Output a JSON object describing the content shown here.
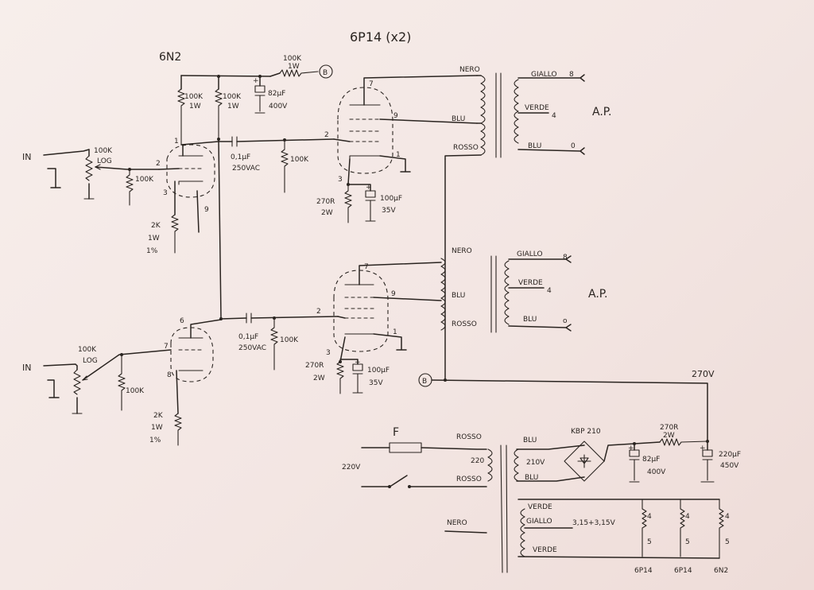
{
  "title": "6P14 (x2)",
  "triode_label": "6N2",
  "inputs": {
    "in_top": "IN",
    "in_bottom": "IN"
  },
  "pots": {
    "top": [
      "100K",
      "LOG"
    ],
    "bottom": [
      "100K",
      "LOG"
    ]
  },
  "resistors": {
    "grid_top": "100K",
    "grid_bottom": "100K",
    "plate_a": [
      "100K",
      "1W"
    ],
    "plate_b": [
      "100K",
      "1W"
    ],
    "supply_drop": [
      "100K",
      "1W"
    ],
    "cath_top": [
      "2K",
      "1W",
      "1%"
    ],
    "cath_bottom": [
      "2K",
      "1W",
      "1%"
    ],
    "grid_pwr_top": "100K",
    "grid_pwr_bottom": "100K",
    "cath_pwr_top": [
      "270R",
      "2W"
    ],
    "cath_pwr_bottom": [
      "270R",
      "2W"
    ],
    "psu_res": [
      "270R",
      "2W"
    ]
  },
  "capacitors": {
    "supply_cap": [
      "82µF",
      "400V"
    ],
    "coup_top": [
      "0,1µF",
      "250VAC"
    ],
    "coup_bottom": [
      "0,1µF",
      "250VAC"
    ],
    "cath_cap_top": [
      "100µF",
      "35V"
    ],
    "cath_cap_bottom": [
      "100µF",
      "35V"
    ],
    "psu_cap1": [
      "82µF",
      "400V"
    ],
    "psu_cap2": [
      "220µF",
      "450V"
    ]
  },
  "pins": {
    "t1_p1": "1",
    "t1_p2": "2",
    "t1_p3": "3",
    "t1_p9": "9",
    "t2_p6": "6",
    "t2_p7": "7",
    "t2_p8": "8",
    "p1_7": "7",
    "p1_9": "9",
    "p1_2": "2",
    "p1_3": "3",
    "p1_1": "1",
    "p2_7": "7",
    "p2_9": "9",
    "p2_2": "2",
    "p2_3": "3",
    "p2_1": "1"
  },
  "ot_top": {
    "nero": "NERO",
    "blu": "BLU",
    "rosso": "ROSSO",
    "giallo": "GIALLO",
    "g8": "8",
    "verde": "VERDE",
    "v4": "4",
    "blu_out": "BLU",
    "b0": "0",
    "ap": "A.P."
  },
  "ot_bottom": {
    "nero": "NERO",
    "blu": "BLU",
    "rosso": "ROSSO",
    "giallo": "GIALLO",
    "g8": "8",
    "verde": "VERDE",
    "v4": "4",
    "blu_out": "BLU",
    "b0": "o",
    "ap": "A.P."
  },
  "node_b": "B",
  "b_voltage": "270V",
  "psu": {
    "fuse": "F",
    "mains": "220V",
    "rosso1": "ROSSO",
    "primary": "220",
    "rosso2": "ROSSO",
    "blu1": "BLU",
    "sec_v": "210V",
    "blu2": "BLU",
    "bridge": "KBP 210",
    "nero": "NERO",
    "verde1": "VERDE",
    "giallo": "GIALLO",
    "heater_v": "3,15+3,15V",
    "verde2": "VERDE"
  },
  "heaters": {
    "h1": {
      "a": "4",
      "b": "5",
      "tube": "6P14"
    },
    "h2": {
      "a": "4",
      "b": "5",
      "tube": "6P14"
    },
    "h3": {
      "a": "4",
      "b": "5",
      "tube": "6N2"
    }
  }
}
